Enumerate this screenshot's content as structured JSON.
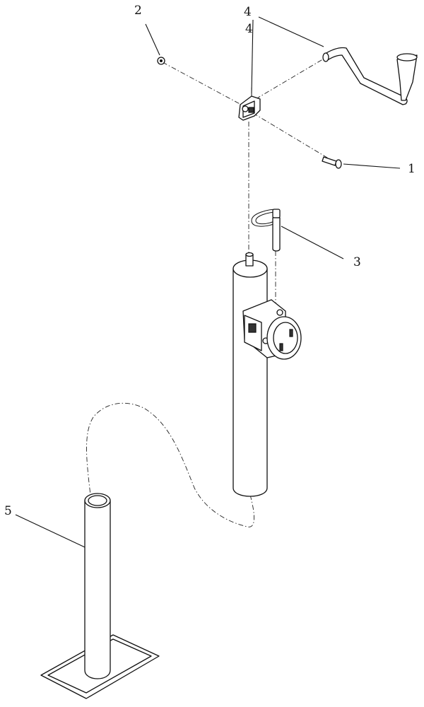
{
  "callouts": [
    {
      "id": "1",
      "label": "1"
    },
    {
      "id": "2",
      "label": "2"
    },
    {
      "id": "3",
      "label": "3"
    },
    {
      "id": "4",
      "label": "4"
    },
    {
      "id": "4b",
      "label": "4"
    },
    {
      "id": "5",
      "label": "5"
    }
  ],
  "colors": {
    "line": "#111111",
    "background": "#ffffff"
  }
}
